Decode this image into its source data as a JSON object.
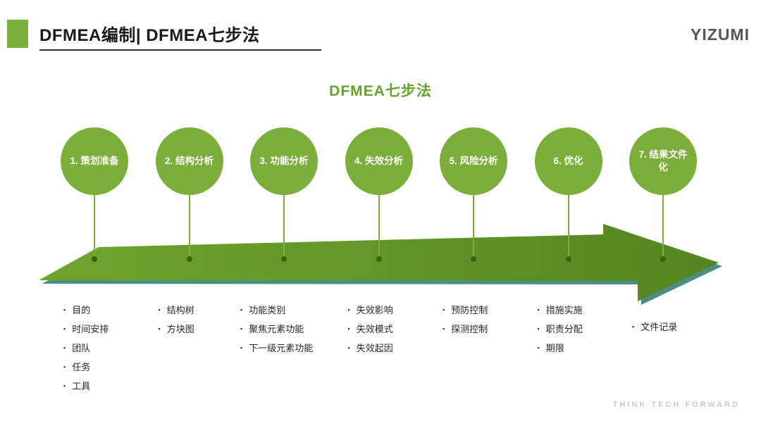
{
  "slide": {
    "title": "DFMEA编制| DFMEA七步法",
    "logo": "YIZUMI",
    "heading": "DFMEA七步法",
    "footer": "THINK TECH FORWARD"
  },
  "colors": {
    "accent": "#7BAE3A",
    "arrow_start": "#6FA52F",
    "arrow_end": "#55851F",
    "dot": "#39630F",
    "heading": "#66A52D",
    "title": "#1A1A1A",
    "logo": "#55575C",
    "footer": "#C7CBCB",
    "shadow": "#2B7A72",
    "text": "#262626"
  },
  "steps": [
    {
      "label": "1. 策划准备",
      "items": [
        "目的",
        "时间安排",
        "团队",
        "任务",
        "工具"
      ]
    },
    {
      "label": "2. 结构分析",
      "items": [
        "结构树",
        "方块图"
      ]
    },
    {
      "label": "3. 功能分析",
      "items": [
        "功能类别",
        "聚焦元素功能",
        "下一级元素功能"
      ]
    },
    {
      "label": "4. 失效分析",
      "items": [
        "失效影响",
        "失效模式",
        "失效起因"
      ]
    },
    {
      "label": "5. 风险分析",
      "items": [
        "预防控制",
        "探测控制"
      ]
    },
    {
      "label": "6. 优化",
      "items": [
        "措施实施",
        "职责分配",
        "期限"
      ]
    },
    {
      "label": "7. 结果文件化",
      "items": [
        "文件记录"
      ]
    }
  ]
}
